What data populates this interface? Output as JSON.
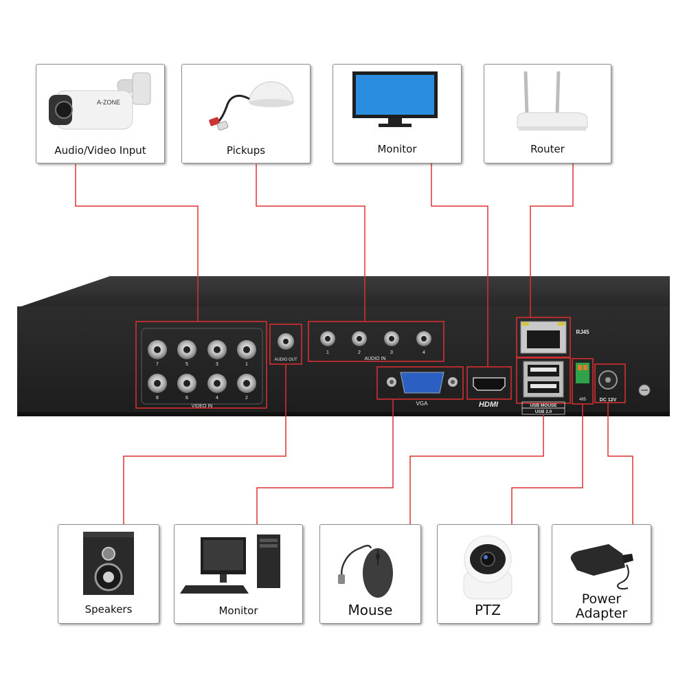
{
  "devices_top": [
    {
      "label": "Audio/Video Input",
      "icon": "bullet-camera-icon"
    },
    {
      "label": "Pickups",
      "icon": "microphone-pickup-icon"
    },
    {
      "label": "Monitor",
      "icon": "monitor-icon"
    },
    {
      "label": "Router",
      "icon": "router-icon"
    }
  ],
  "devices_bottom": [
    {
      "label": "Speakers",
      "icon": "speaker-icon"
    },
    {
      "label": "Monitor",
      "icon": "desktop-computer-icon"
    },
    {
      "label": "Mouse",
      "icon": "mouse-icon"
    },
    {
      "label": "PTZ",
      "icon": "ptz-camera-icon"
    },
    {
      "label": "Power Adapter",
      "icon": "power-adapter-icon"
    }
  ],
  "camera_brand": "A-ZONE",
  "dvr": {
    "video_in": "VIDEO IN",
    "video_top": [
      "7",
      "5",
      "3",
      "1"
    ],
    "video_bottom": [
      "8",
      "6",
      "4",
      "2"
    ],
    "audio_out": "AUDIO OUT",
    "audio_in": "AUDIO IN",
    "audio_nums": [
      "1",
      "2",
      "3",
      "4"
    ],
    "vga": "VGA",
    "hdmi": "HDMI",
    "rj45": "RJ45",
    "usb_mouse": "USB MOUSE",
    "usb_ver": "USB 2.0",
    "rs485": "485",
    "dc": "DC 12V"
  },
  "colors": {
    "wire": "#e03030",
    "dvr_body": "#2a2a2a",
    "box_border": "#8a8a8a"
  }
}
